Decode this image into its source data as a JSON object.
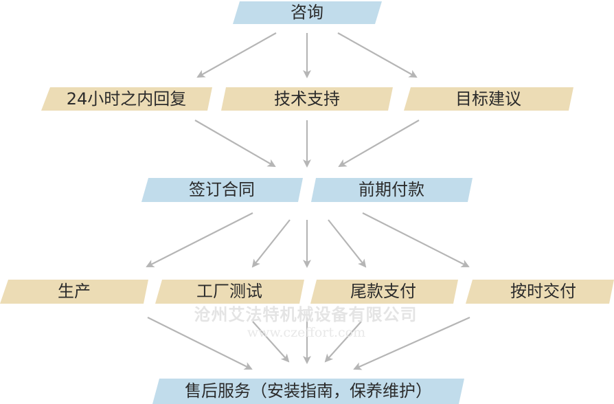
{
  "diagram": {
    "nodes": {
      "consult": "咨询",
      "reply_24h": "24小时之内回复",
      "tech_support": "技术支持",
      "target_advice": "目标建议",
      "sign_contract": "签订合同",
      "prepayment": "前期付款",
      "production": "生产",
      "factory_test": "工厂测试",
      "final_payment": "尾款支付",
      "on_time_delivery": "按时交付",
      "after_sales": "售后服务（安装指南，保养维护）"
    },
    "colors": {
      "blue_node": "#c1dceb",
      "tan_node": "#ecdcb5",
      "arrow": "#b5b5b5",
      "text": "#2b2b2b"
    }
  },
  "watermark": {
    "company": "沧州艾法特机械设备有限公司",
    "url": "www.czeffort.com"
  }
}
